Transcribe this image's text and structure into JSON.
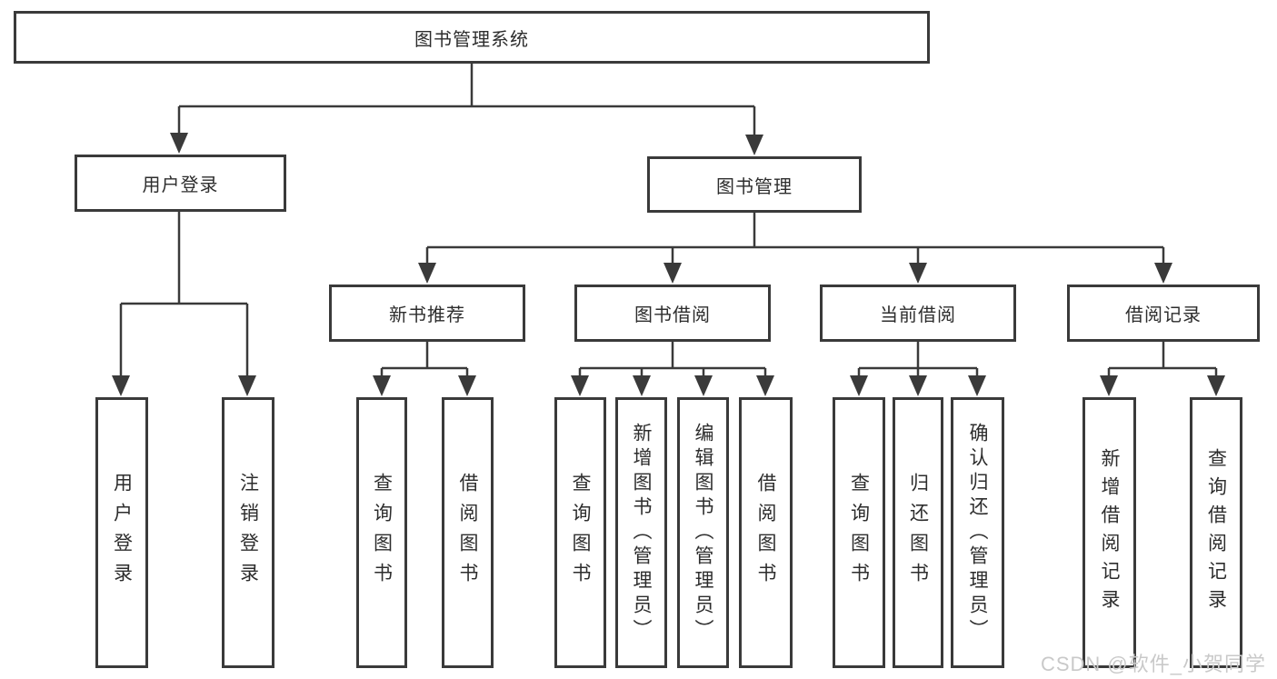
{
  "tree": {
    "root": {
      "label": "图书管理系统"
    },
    "branches": [
      {
        "label": "用户登录",
        "children": [
          {
            "label": "用户登录"
          },
          {
            "label": "注销登录"
          }
        ]
      },
      {
        "label": "图书管理",
        "children": [
          {
            "label": "新书推荐",
            "children": [
              {
                "label": "查询图书"
              },
              {
                "label": "借阅图书"
              }
            ]
          },
          {
            "label": "图书借阅",
            "children": [
              {
                "label": "查询图书"
              },
              {
                "label": "新增图书（管理员）"
              },
              {
                "label": "编辑图书（管理员）"
              },
              {
                "label": "借阅图书"
              }
            ]
          },
          {
            "label": "当前借阅",
            "children": [
              {
                "label": "查询图书"
              },
              {
                "label": "归还图书"
              },
              {
                "label": "确认归还（管理员）"
              }
            ]
          },
          {
            "label": "借阅记录",
            "children": [
              {
                "label": "新增借阅记录"
              },
              {
                "label": "查询借阅记录"
              }
            ]
          }
        ]
      }
    ]
  },
  "watermark": "CSDN @软件_小贺同学",
  "colors": {
    "line": "#3a3a3a",
    "box_border": "#3a3a3a",
    "text": "#2d2d2d",
    "background": "#ffffff",
    "watermark": "#c9c9c9"
  }
}
